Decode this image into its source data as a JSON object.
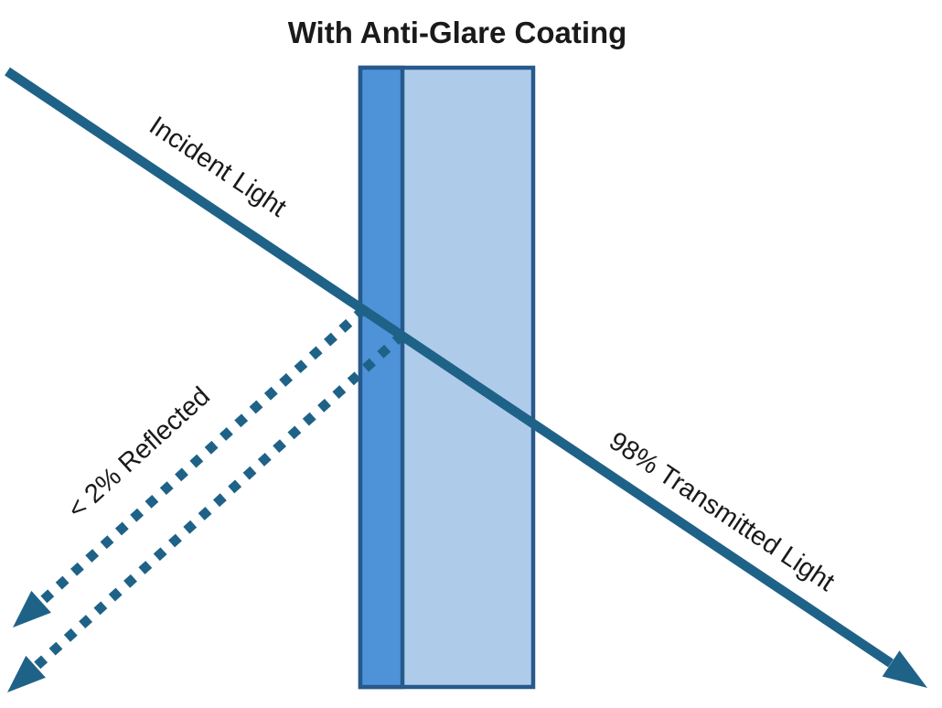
{
  "title": "With Anti-Glare Coating",
  "diagram": {
    "labels": {
      "incident": "Incident Light",
      "reflected": "< 2% Reflected",
      "transmitted": "98% Transmitted Light"
    },
    "colors": {
      "ray": "#1F6288",
      "coating_fill": "#4E92D8",
      "glass_fill": "#AECBEA",
      "panel_outline": "#27598C",
      "text": "#1A1A1A",
      "background": "#FFFFFF"
    }
  }
}
